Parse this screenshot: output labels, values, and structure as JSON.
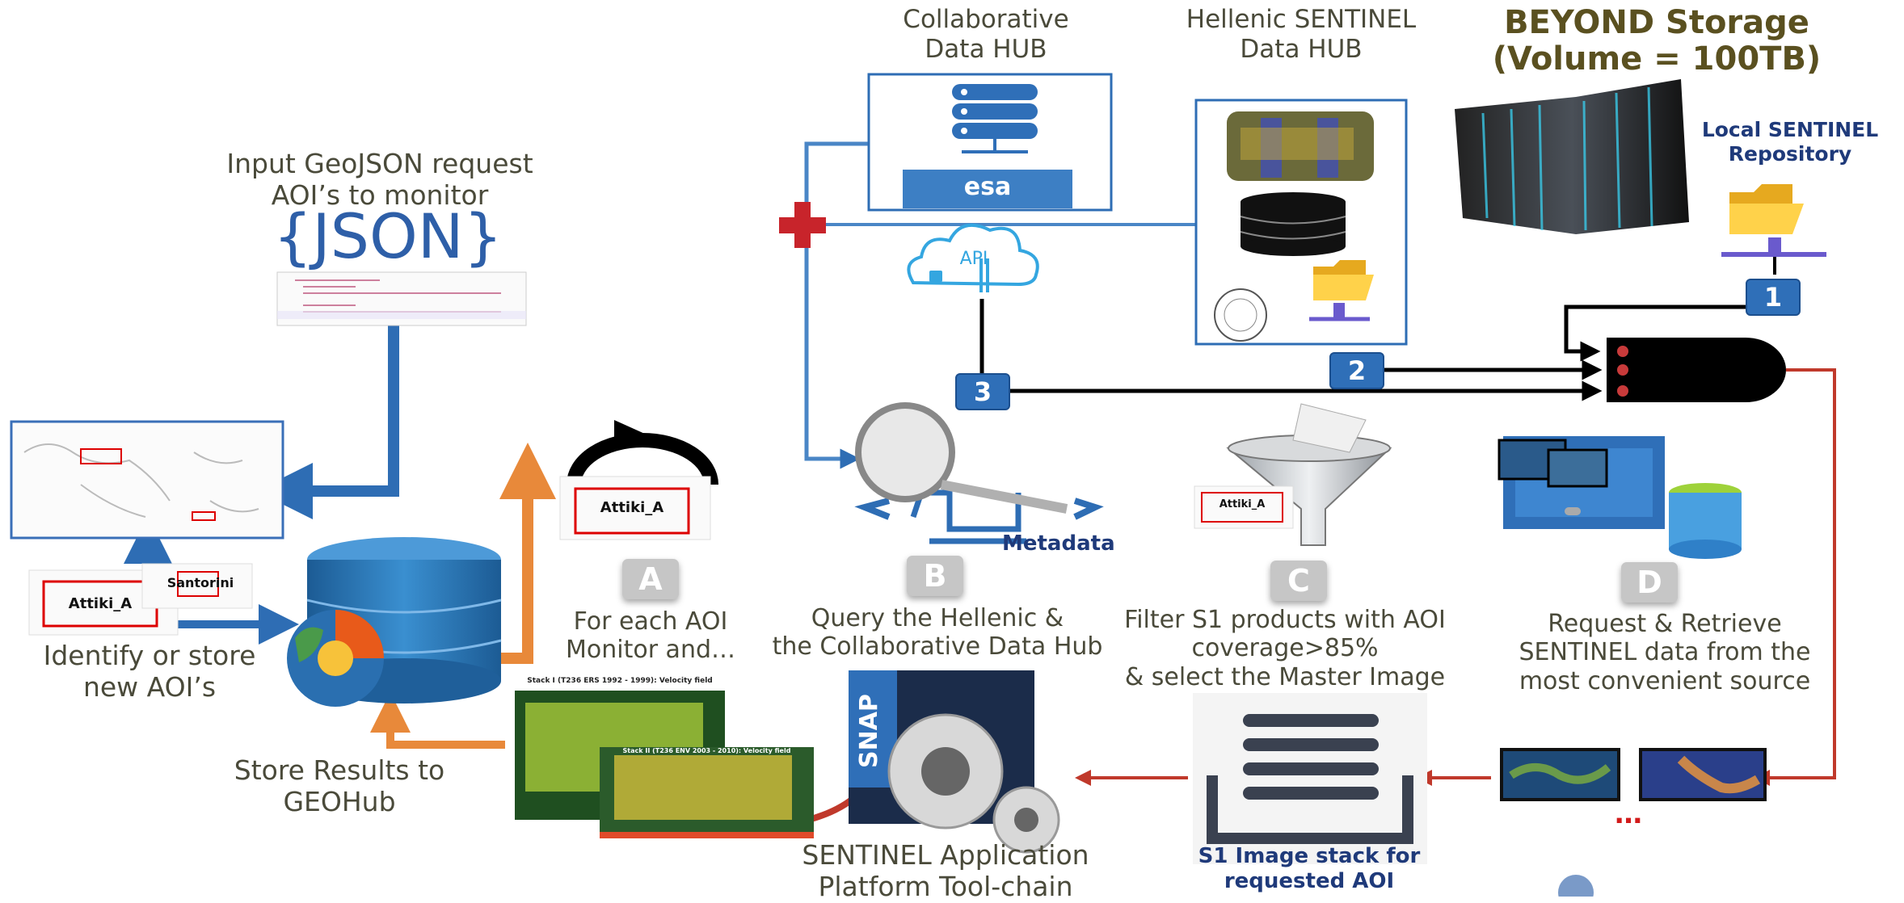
{
  "labels": {
    "collab_hub": "Collaborative\nData HUB",
    "hellenic_hub": "Hellenic SENTINEL\nData HUB",
    "beyond": "BEYOND Storage\n(Volume = 100TB)",
    "local_repo": "Local SENTINEL\nRepository",
    "geojson": "Input GeoJSON request\nAOI’s to monitor",
    "identify": "Identify or store\nnew AOI’s",
    "store": "Store Results to\nGEOHub",
    "step_a": "For each AOI\nMonitor and…",
    "step_b": "Query the Hellenic &\nthe Collaborative Data Hub",
    "step_c": "Filter S1 products with AOI\ncoverage>85%\n& select the Master Image",
    "step_d": "Request & Retrieve\nSENTINEL data from the\nmost convenient source",
    "snap": "SENTINEL Application\nPlatform Tool-chain",
    "stack": "S1 Image stack for\nrequested AOI",
    "metadata": "Metadata",
    "dots": "…",
    "api": "API",
    "json_logo": "{JSON}",
    "esa": "esa",
    "snap_logo": "SNAP",
    "map_label_attiki": "Attiki_A",
    "map_label_santorini": "Santorini",
    "chart_title_1": "Stack I (T236 ERS 1992 - 1999): Velocity field",
    "chart_title_2": "Stack II (T236 ENV 2003 - 2010): Velocity field"
  },
  "badges": {
    "a": "A",
    "b": "B",
    "c": "C",
    "d": "D"
  },
  "numbers": {
    "one": "1",
    "two": "2",
    "three": "3"
  },
  "colors": {
    "blue_arrow": "#2e6db4",
    "orange_arrow": "#e8893a",
    "red_arrow": "#c0392b",
    "black_arrow": "#000000",
    "red_plus": "#c8242b",
    "badge_grey": "#c6c6c6",
    "number_blue": "#2f6fb8"
  }
}
